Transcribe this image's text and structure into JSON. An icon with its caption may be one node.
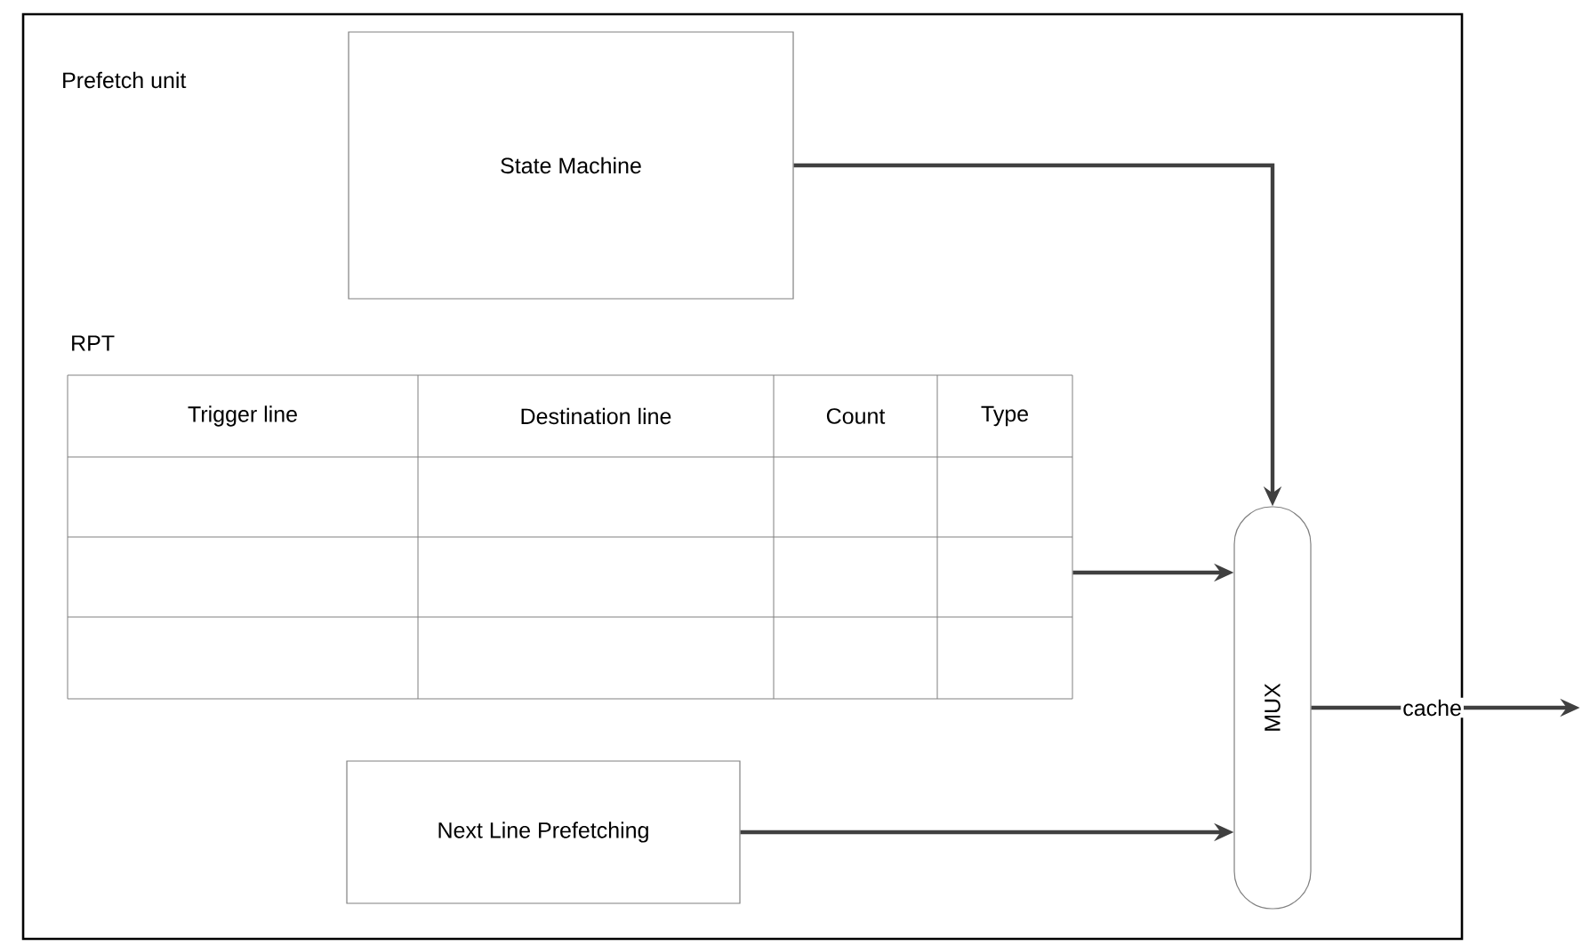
{
  "diagram": {
    "nodes": [
      {
        "text": [
          "Prefetch unit"
        ]
      },
      {
        "text": [
          "State Machine"
        ],
        "in": 0
      },
      {
        "text": [
          "RPT"
        ],
        "in": 0
      },
      {
        "text": [
          "Next Line Prefetching"
        ],
        "in": 0
      },
      {
        "text": [
          "MUX"
        ],
        "in": 0
      }
    ],
    "edges": [
      {
        "from": 1,
        "to": 4,
        "arrow": "to"
      },
      {
        "from": 2,
        "to": 4,
        "arrow": "to"
      },
      {
        "from": 3,
        "to": 4,
        "arrow": "to"
      },
      {
        "from": 4,
        "to": null,
        "arrow": "to",
        "label": "cache"
      }
    ],
    "labels": [
      "Trigger line",
      "Destination line",
      "Count",
      "Type"
    ]
  }
}
